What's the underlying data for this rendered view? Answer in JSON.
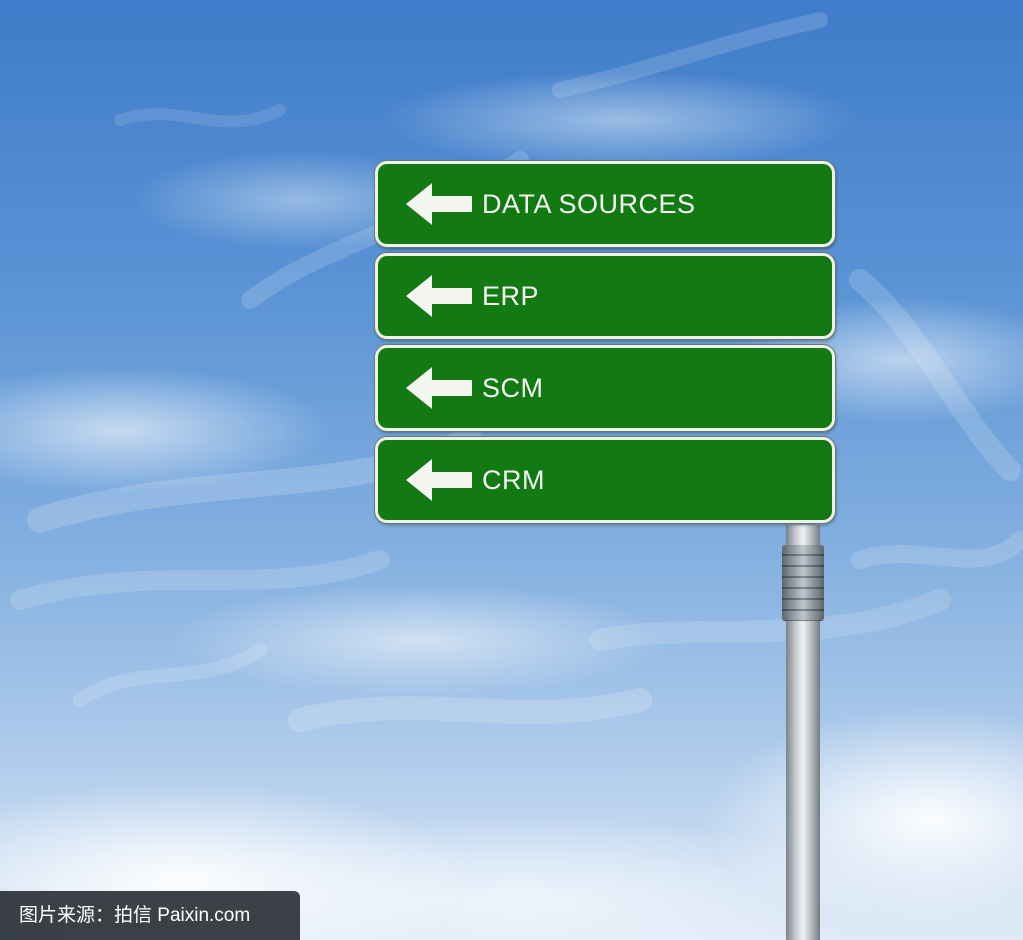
{
  "signs": [
    {
      "label": "DATA SOURCES",
      "direction": "left"
    },
    {
      "label": "ERP",
      "direction": "left"
    },
    {
      "label": "SCM",
      "direction": "left"
    },
    {
      "label": "CRM",
      "direction": "left"
    }
  ],
  "watermark": {
    "text": "图片来源：拍信 Paixin.com"
  },
  "colors": {
    "sign_green": "#137a13",
    "sky_blue": "#4a86cf",
    "sign_border": "#eef0ea"
  }
}
